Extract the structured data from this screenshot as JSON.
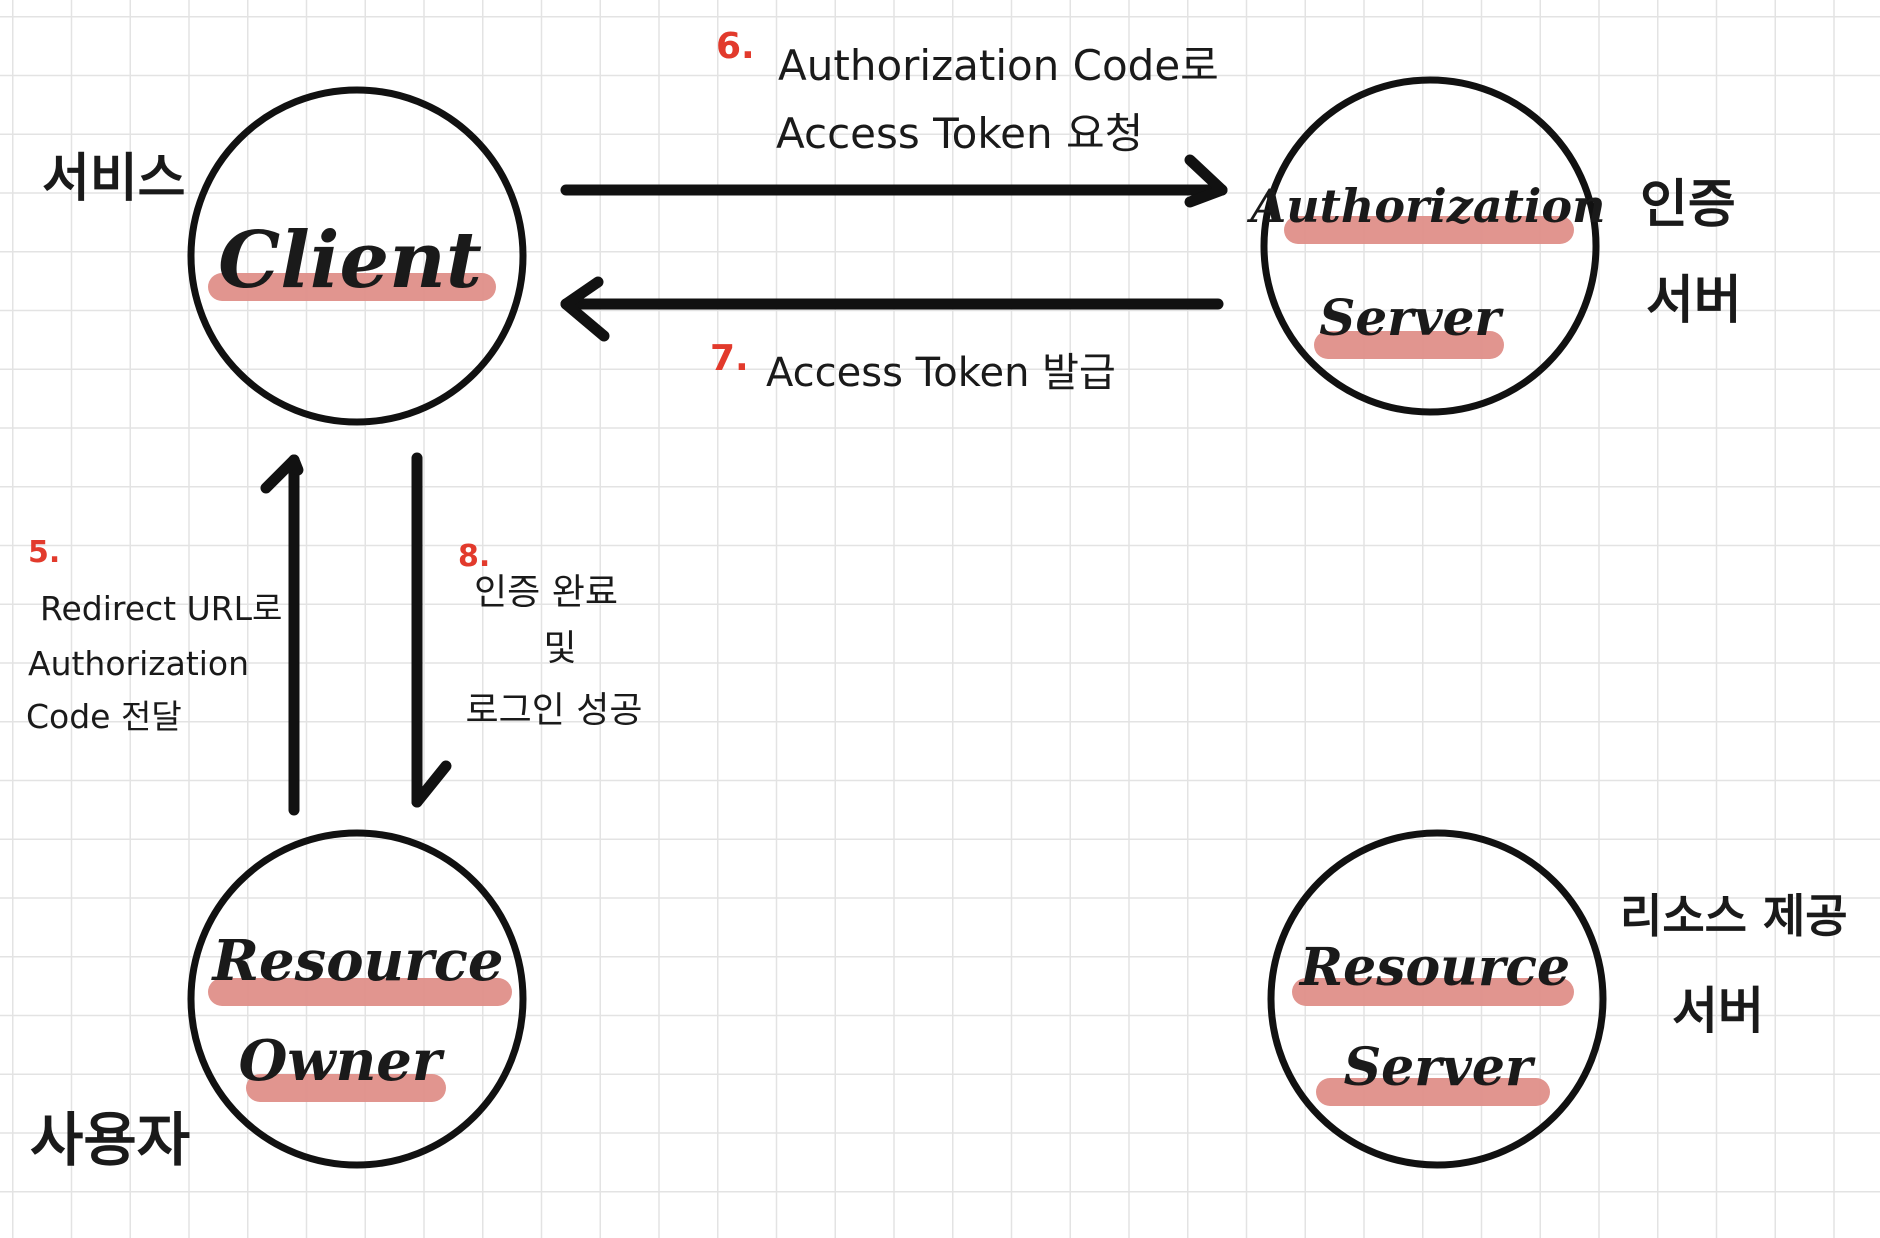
{
  "nodes": {
    "client": {
      "line1": "Client",
      "role": "서비스"
    },
    "auth_server": {
      "line1": "Authorization",
      "line2": "Server",
      "role_line1": "인증",
      "role_line2": "서버"
    },
    "resource_owner": {
      "line1": "Resource",
      "line2": "Owner",
      "role": "사용자"
    },
    "resource_server": {
      "line1": "Resource",
      "line2": "Server",
      "role_line1": "리소스 제공",
      "role_line2": "서버"
    }
  },
  "steps": {
    "step5": {
      "number": "5.",
      "line1": "Redirect URL로",
      "line2": "Authorization",
      "line3": "Code 전달"
    },
    "step6": {
      "number": "6.",
      "line1": "Authorization Code로",
      "line2": "Access Token 요청"
    },
    "step7": {
      "number": "7.",
      "line1": "Access Token 발급"
    },
    "step8": {
      "number": "8.",
      "line1": "인증 완료",
      "line2": "및",
      "line3": "로그인 성공"
    }
  },
  "colors": {
    "highlight": "#e0908a",
    "step_number": "#e23a2c",
    "ink": "#111111",
    "grid": "#e3e3e3"
  }
}
